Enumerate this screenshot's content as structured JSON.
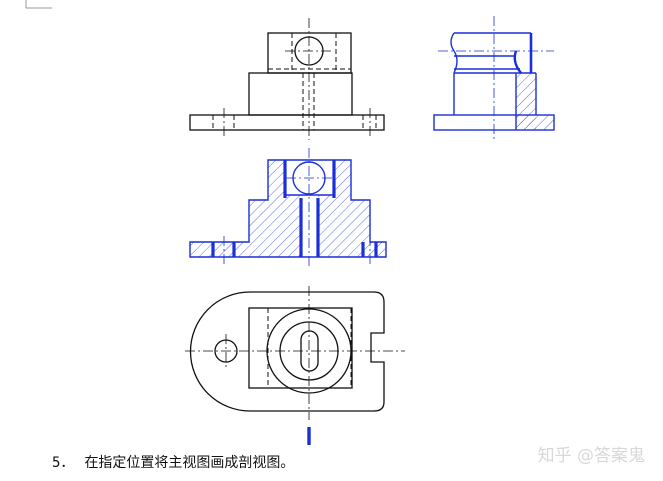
{
  "caption": {
    "number": "5．",
    "text": "在指定位置将主视图画成剖视图。"
  },
  "watermark": {
    "text": "知乎 @答案鬼"
  },
  "colors": {
    "given": "#111111",
    "answer": "#1a2fd6",
    "hatch": "#4a5de0",
    "watermark": "#d8d8d8"
  },
  "views": [
    "front-view",
    "side-view-section",
    "front-view-section",
    "top-view"
  ]
}
